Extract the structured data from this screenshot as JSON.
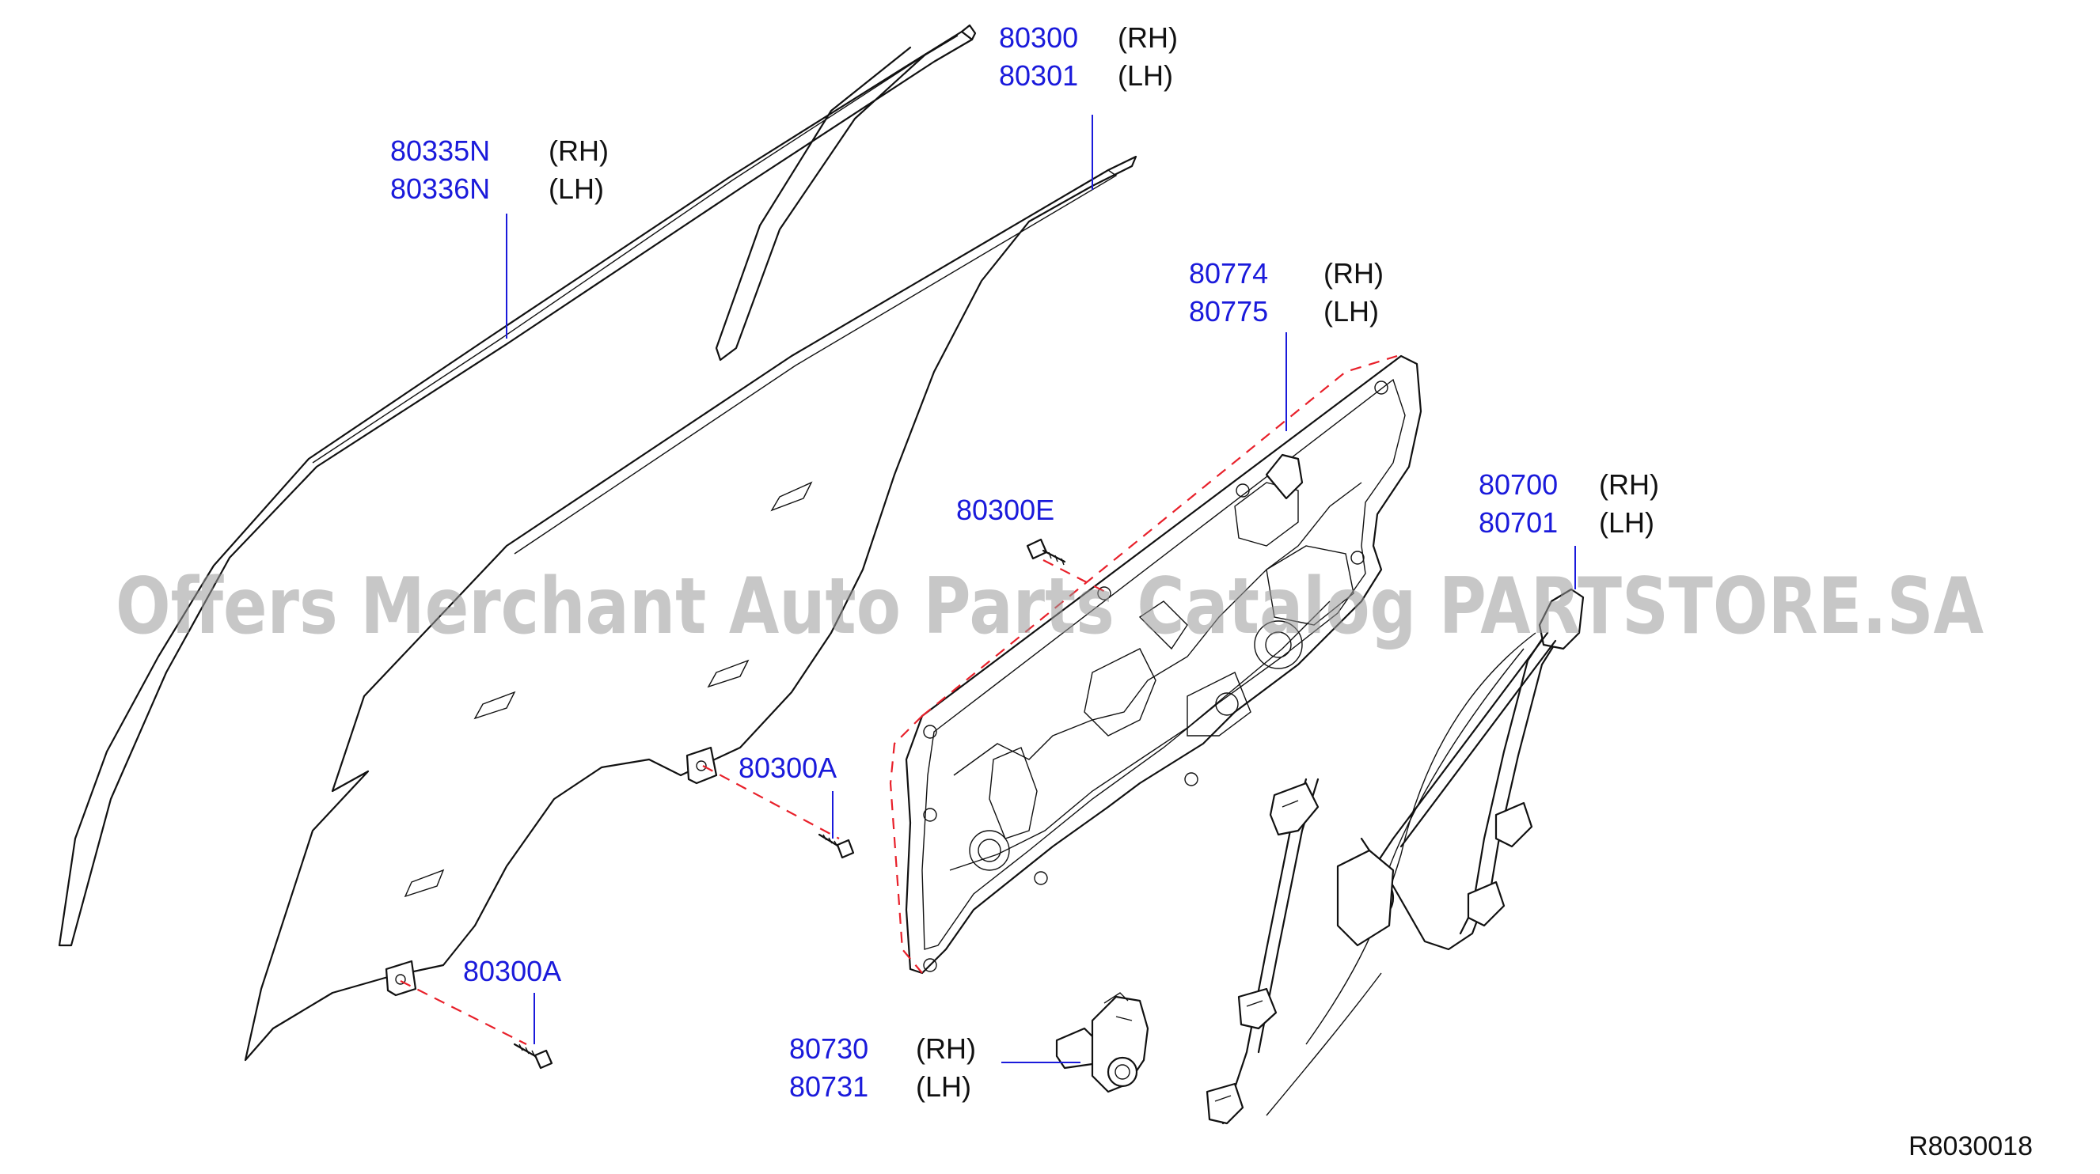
{
  "watermark": "Offers Merchant Auto Parts Catalog PARTSTORE.SA",
  "diagram_ref": "R8030018",
  "callouts": {
    "glass": {
      "rh": "80300",
      "lh": "80301",
      "rh_tag": "(RH)",
      "lh_tag": "(LH)"
    },
    "run_channel": {
      "rh": "80335N",
      "lh": "80336N",
      "rh_tag": "(RH)",
      "lh_tag": "(LH)"
    },
    "module": {
      "rh": "80774",
      "lh": "80775",
      "rh_tag": "(RH)",
      "lh_tag": "(LH)"
    },
    "regulator": {
      "rh": "80700",
      "lh": "80701",
      "rh_tag": "(RH)",
      "lh_tag": "(LH)"
    },
    "motor": {
      "rh": "80730",
      "lh": "80731",
      "rh_tag": "(RH)",
      "lh_tag": "(LH)"
    },
    "bolt_e": {
      "label": "80300E"
    },
    "bolt_a_upper": {
      "label": "80300A"
    },
    "bolt_a_lower": {
      "label": "80300A"
    }
  },
  "colors": {
    "part_number": "#1a1adb",
    "connector": "#e8202a",
    "linework": "#111111",
    "watermark": "#9a9a9a"
  }
}
